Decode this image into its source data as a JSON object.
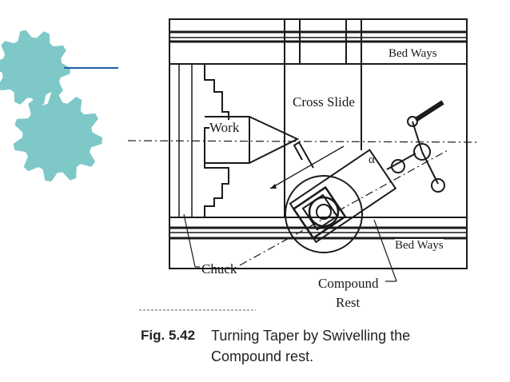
{
  "diagram": {
    "labels": {
      "bed_ways_top": "Bed Ways",
      "bed_ways_bottom": "Bed Ways",
      "cross_slide": "Cross Slide",
      "work": "Work",
      "alpha": "α",
      "chuck": "Chuck",
      "compound_line1": "Compound",
      "compound_line2": "Rest"
    }
  },
  "caption": {
    "fig_number": "Fig. 5.42",
    "line1": "Turning Taper by Swivelling the",
    "line2": "Compound rest."
  },
  "colors": {
    "gear_fill": "#7fc8c8",
    "accent_line": "#1f5fa6",
    "ink": "#1a1a1a"
  },
  "decor": {
    "gear_icon": "gear-icon"
  }
}
